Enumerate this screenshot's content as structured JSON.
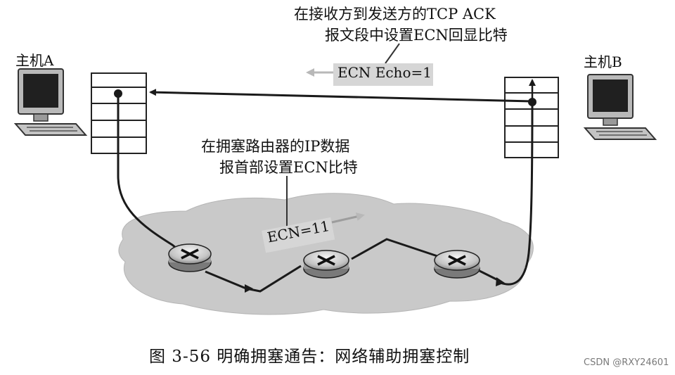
{
  "labels": {
    "top_note_line1": "在接收方到发送方的TCP ACK",
    "top_note_line2": "报文段中设置ECN回显比特",
    "host_a": "主机A",
    "host_b": "主机B",
    "mid_note_line1": "在拥塞路由器的IP数据",
    "mid_note_line2": "报首部设置ECN比特",
    "echo_box": "ECN Echo=1",
    "ecn_box": "ECN=11",
    "caption": "图 3-56    明确拥塞通告：网络辅助拥塞控制",
    "watermark": "CSDN @RXY24601"
  },
  "colors": {
    "cloud": "#c9c9c9",
    "line": "#1a1a1a",
    "label_box": "#d6d6d6"
  },
  "icons": [
    "desktop-computer-icon",
    "router-icon"
  ]
}
